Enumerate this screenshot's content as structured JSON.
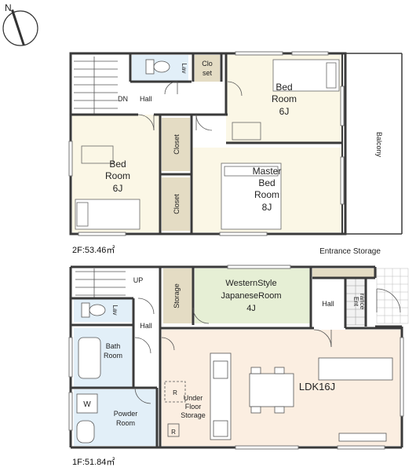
{
  "compass": {
    "letter": "N"
  },
  "floor2": {
    "area_label": "2F:53.46㎡",
    "rooms": {
      "bed_a": [
        "Bed",
        "Room",
        "6J"
      ],
      "bed_b": [
        "Bed",
        "Room",
        "6J"
      ],
      "master": [
        "Master",
        "Bed",
        "Room",
        "8J"
      ],
      "closet_1": "Closet",
      "closet_2": "Closet",
      "closet_small": [
        "Clo",
        "set"
      ],
      "lav": "Lav",
      "dn": "DN",
      "hall": "Hall",
      "balcony": "Balcony"
    }
  },
  "floor1": {
    "area_label": "1F:51.84㎡",
    "rooms": {
      "entrance_storage": "Entrance Storage",
      "western": [
        "WesternStyle",
        "JapaneseRoom",
        "4J"
      ],
      "storage": "Storage",
      "up": "UP",
      "lav": "Lav",
      "hall_left": "Hall",
      "hall_right": "Hall",
      "entrance": [
        "Ent",
        "rance"
      ],
      "bath": [
        "Bath",
        "Room"
      ],
      "powder": [
        "Powder",
        "Room"
      ],
      "washer": "W",
      "ldk": "LDK16J",
      "under_floor": [
        "Under",
        "Floor",
        "Storage"
      ],
      "fridge": "R",
      "pantry": "R"
    }
  },
  "colors": {
    "wall": "#3a3a3a",
    "room_yellow": "#fbf7e6",
    "room_orange": "#fbeee1",
    "room_blue": "#e2eff8",
    "room_green": "#e6efd5",
    "closet": "#e4dcc4",
    "hall_white": "#ffffff"
  }
}
